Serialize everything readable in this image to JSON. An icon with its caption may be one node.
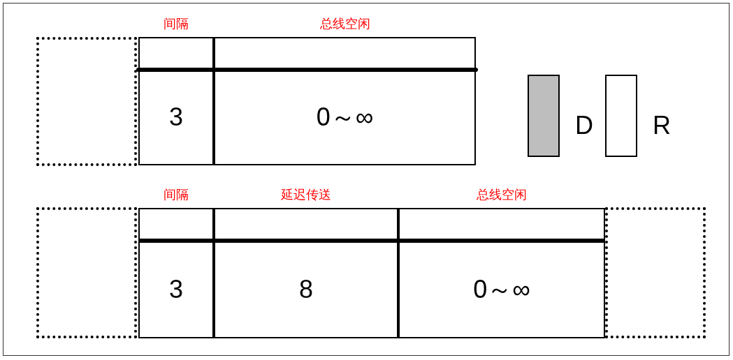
{
  "diagram": {
    "nodes": [
      {
        "text": [],
        "shape": "box"
      },
      {
        "text": [
          "间隔",
          "3"
        ]
      },
      {
        "text": [
          "总线空闲",
          "0～∞"
        ]
      },
      {
        "text": [],
        "shape": "box"
      },
      {
        "text": [
          "间隔",
          "3"
        ]
      },
      {
        "text": [
          "延迟传送",
          "8"
        ]
      },
      {
        "text": [
          "总线空闲",
          "0～∞"
        ]
      },
      {
        "text": [],
        "shape": "box"
      }
    ],
    "legend": [
      {
        "text": "D",
        "color": "#bebebe"
      },
      {
        "text": "R",
        "color": "#ffffff"
      }
    ]
  }
}
